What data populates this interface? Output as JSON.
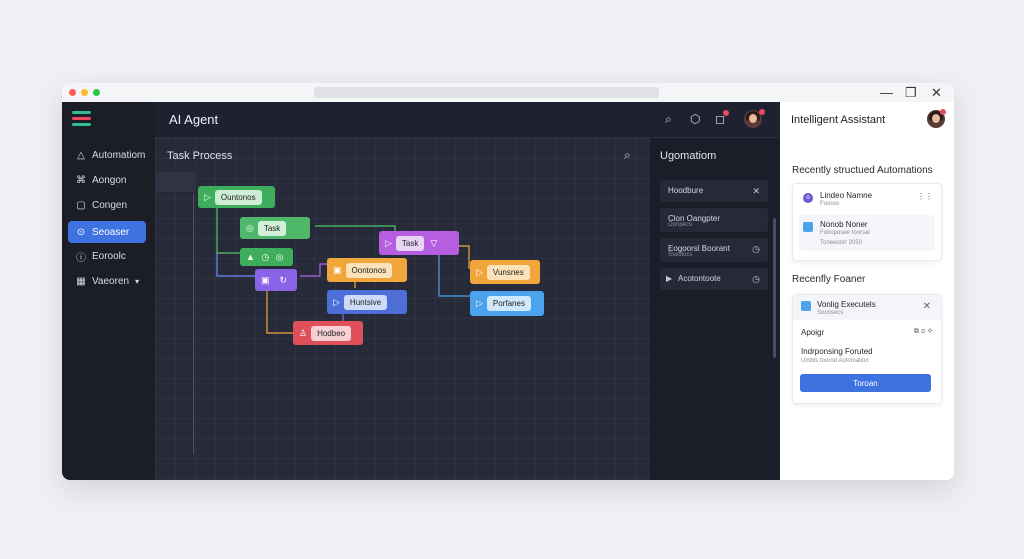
{
  "colors": {
    "accent": "#3d72e0",
    "dot_red": "#ff5f56",
    "dot_yellow": "#ffbd2e",
    "dot_green": "#27c93f"
  },
  "window": {
    "controls": [
      "—",
      "❐",
      "✕"
    ]
  },
  "sidebar": {
    "items": [
      {
        "icon": "△",
        "label": "Automatiom"
      },
      {
        "icon": "⌘",
        "label": "Aongon"
      },
      {
        "icon": "▢",
        "label": "Congen"
      },
      {
        "icon": "⊙",
        "label": "Seoaser"
      },
      {
        "icon": "ⓘ",
        "label": "Eoroolc"
      },
      {
        "icon": "▦",
        "label": "Vaeoren"
      }
    ],
    "chevron": "▾"
  },
  "header": {
    "title": "AI Agent",
    "icons": [
      "⌕",
      "⬡",
      "◻"
    ]
  },
  "canvas": {
    "title": "Task Process",
    "nodes": [
      {
        "icon": "▷",
        "label": "Ountonos"
      },
      {
        "icon": "◎",
        "label": "Task"
      },
      {
        "icon": "▲ ◷ ◎",
        "label": ""
      },
      {
        "icon": "▷",
        "label": "Task"
      },
      {
        "icon": "▣",
        "label": ""
      },
      {
        "icon": "▣",
        "label": "Oontonos"
      },
      {
        "icon": "▷",
        "label": "Vunsnes"
      },
      {
        "icon": "▷",
        "label": "Huntsive"
      },
      {
        "icon": "▷",
        "label": "Porfanes"
      },
      {
        "icon": "♙",
        "label": "Hodbeo"
      }
    ]
  },
  "right_panel": {
    "title": "Ugomatiom",
    "items": [
      {
        "label": "Hoodbure",
        "sub": "",
        "action": "✕"
      },
      {
        "label": "Clon Oangpter",
        "sub": "Oonpecs",
        "action": ""
      },
      {
        "label": "Eogoorsl Boorant",
        "sub": "Sseoiocs",
        "action": "◷"
      },
      {
        "label": "Acotontoote",
        "sub": "",
        "action": "◷"
      }
    ]
  },
  "assistant": {
    "title": "Intelligent Assistant",
    "section1": "Recently structued Automations",
    "card1": {
      "row1": {
        "title": "Lindeo Namne",
        "sub": "Fooroo"
      },
      "row2": {
        "title": "Nonob Noner",
        "sub": "Fonoposee toorsal",
        "date": "Toneeoorr 2050"
      }
    },
    "section2": "Recenfly Foaner",
    "card2": {
      "head_title": "Vonlig Executels",
      "head_sub": "Soonsecs",
      "label": "Apoigr",
      "icons": "⧉ ⌀ ✧",
      "line": "Indrponsing Foruted",
      "subline": "Umbts toorod Automation",
      "button": "Toroan"
    }
  }
}
